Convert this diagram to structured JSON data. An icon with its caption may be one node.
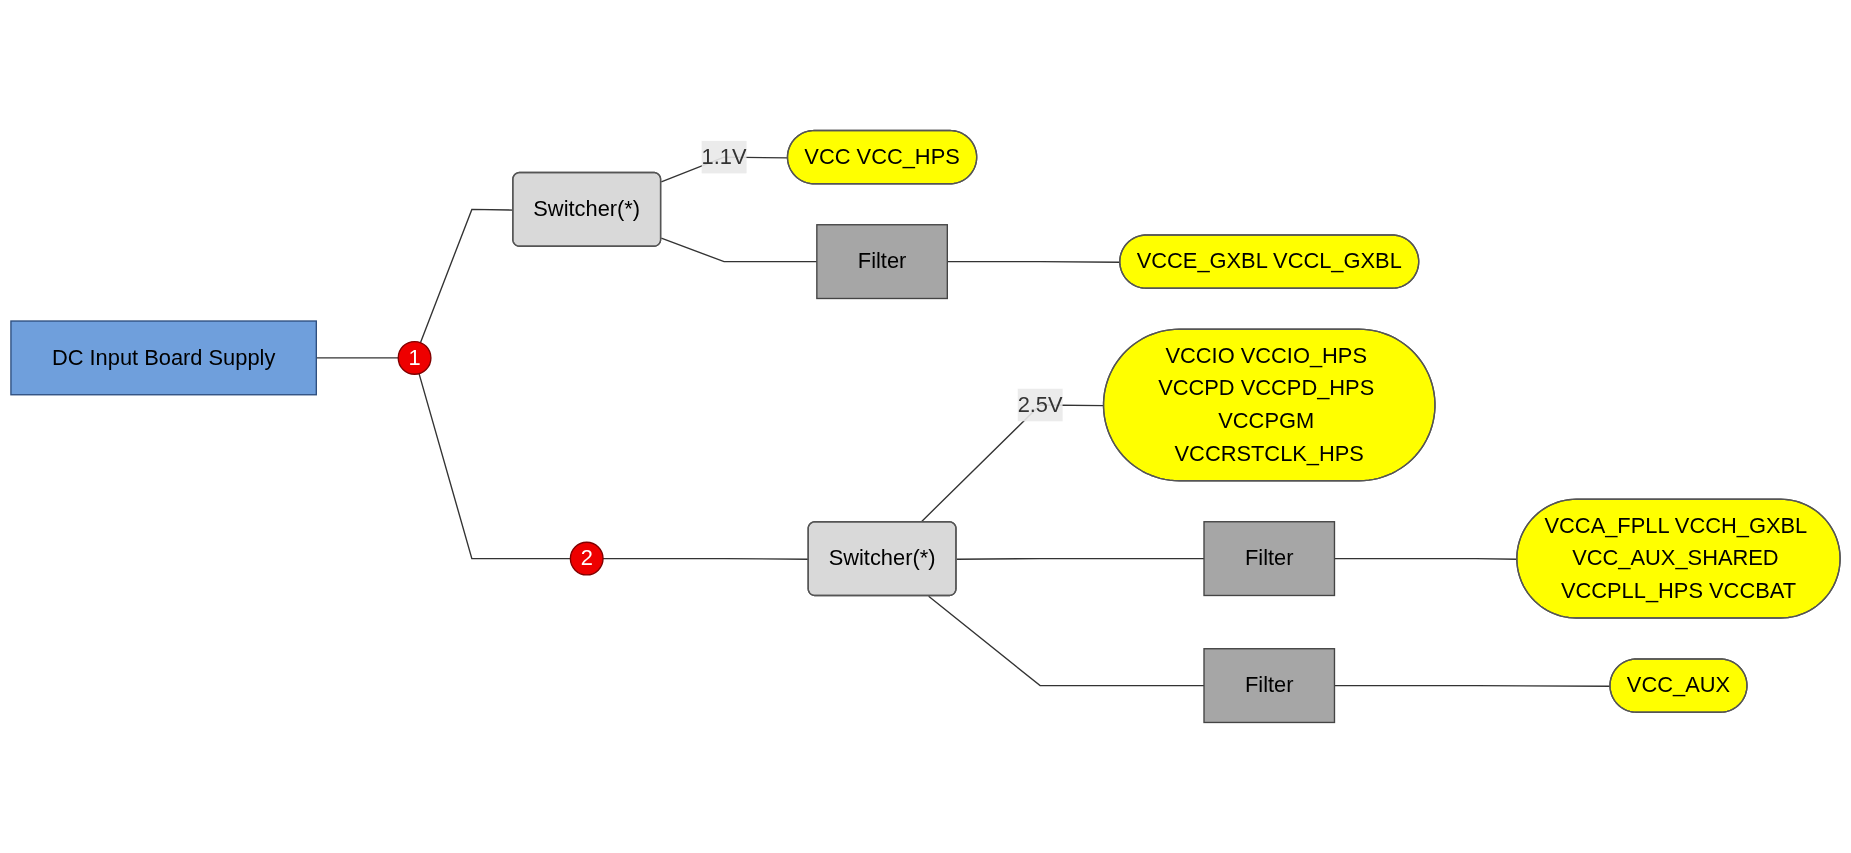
{
  "diagram": {
    "nodes": [
      {
        "text": [
          "DC Input Board Supply"
        ]
      },
      {
        "text": [
          "1"
        ]
      },
      {
        "text": [
          "Switcher(*)"
        ]
      },
      {
        "text": [
          "VCC VCC_HPS"
        ]
      },
      {
        "text": [
          "Filter"
        ]
      },
      {
        "text": [
          "VCCE_GXBL VCCL_GXBL"
        ]
      },
      {
        "text": [
          "2"
        ]
      },
      {
        "text": [
          "Switcher(*)"
        ]
      },
      {
        "text": [
          "VCCIO VCCIO_HPS VCCPD VCCPD_HPS VCCPGM VCCRSTCLK_HPS"
        ]
      },
      {
        "text": [
          "Filter"
        ]
      },
      {
        "text": [
          "VCCA_FPLL VCCH_GXBL VCC_AUX_SHARED VCCPLL_HPS VCCBAT"
        ]
      },
      {
        "text": [
          "Filter"
        ]
      },
      {
        "text": [
          "VCC_AUX"
        ]
      }
    ],
    "edges": [
      {
        "from": 0,
        "to": 1,
        "arrow": "none"
      },
      {
        "from": 1,
        "to": 6,
        "arrow": "none"
      },
      {
        "from": 1,
        "to": 2,
        "arrow": "none"
      },
      {
        "from": 2,
        "to": 3,
        "arrow": "none",
        "label": "1.1V"
      },
      {
        "from": 2,
        "to": 4,
        "arrow": "none"
      },
      {
        "from": 4,
        "to": 5,
        "arrow": "none"
      },
      {
        "from": 6,
        "to": 7,
        "arrow": "none"
      },
      {
        "from": 7,
        "to": 8,
        "arrow": "none",
        "label": "2.5V"
      },
      {
        "from": 7,
        "to": 9,
        "arrow": "none"
      },
      {
        "from": 9,
        "to": 10,
        "arrow": "none"
      },
      {
        "from": 7,
        "to": 11,
        "arrow": "none"
      },
      {
        "from": 11,
        "to": 12,
        "arrow": "none"
      }
    ]
  }
}
